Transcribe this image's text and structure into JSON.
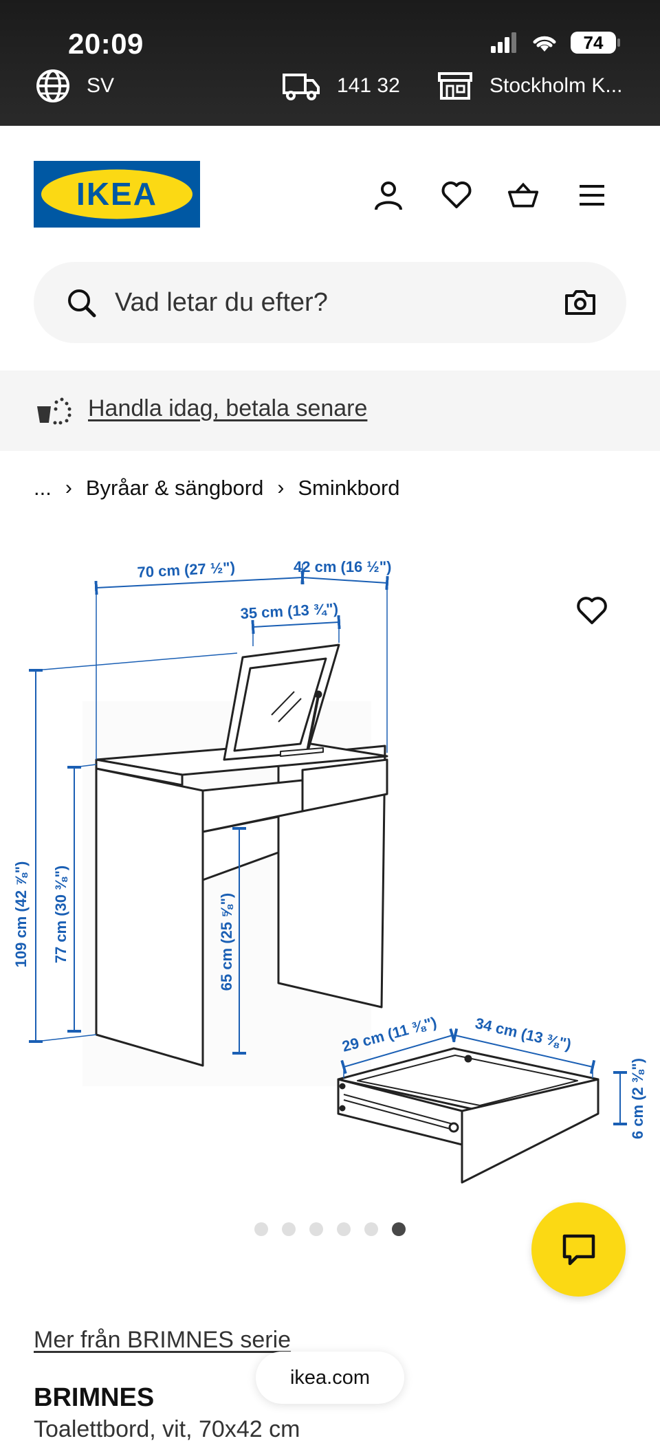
{
  "status_bar": {
    "time": "20:09",
    "battery": "74"
  },
  "top_bar": {
    "language": "SV",
    "postal_code": "141 32",
    "store": "Stockholm K..."
  },
  "header": {
    "logo_text": "IKEA"
  },
  "search": {
    "placeholder": "Vad letar du efter?"
  },
  "promo": {
    "link_text": "Handla idag, betala senare"
  },
  "breadcrumb": {
    "ellipsis": "...",
    "items": [
      "Byråar & sängbord",
      "Sminkbord"
    ]
  },
  "product_image": {
    "dimensions": {
      "width": "70 cm (27 ½\")",
      "depth": "42 cm (16 ½\")",
      "mirror_width": "35 cm (13 ¾\")",
      "total_height": "109 cm (42 ⅞\")",
      "table_height": "77 cm (30 ⅜\")",
      "leg_clearance": "65 cm (25 ⅝\")",
      "drawer_width": "29 cm (11 ⅜\")",
      "drawer_depth": "34 cm (13 ⅜\")",
      "drawer_height": "6 cm (2 ⅜\")"
    },
    "carousel_total": 6,
    "carousel_active": 6
  },
  "product": {
    "series_link": "Mer från BRIMNES serie",
    "name": "BRIMNES",
    "description": "Toalettbord, vit, 70x42 cm"
  },
  "browser": {
    "url": "ikea.com"
  },
  "colors": {
    "ikea_blue": "#0058a3",
    "ikea_yellow": "#fbd914",
    "dimension_blue": "#1a5fb4"
  }
}
